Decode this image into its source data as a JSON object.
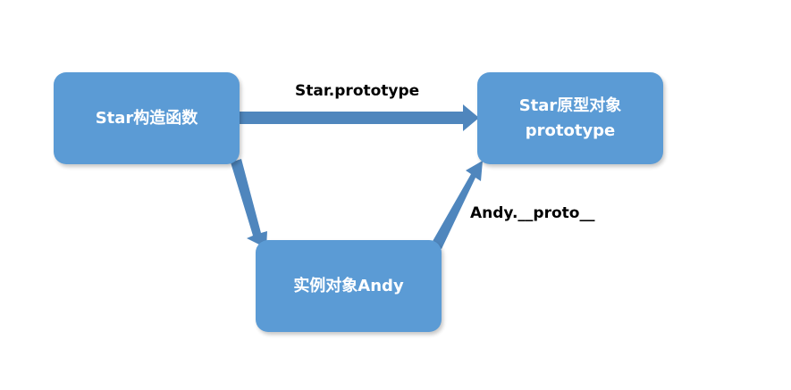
{
  "nodes": {
    "constructor": {
      "label": "Star构造函数"
    },
    "prototype": {
      "line1": "Star原型对象",
      "line2": "prototype"
    },
    "instance": {
      "label": "实例对象Andy"
    }
  },
  "edges": {
    "constructor_to_prototype": {
      "label": "Star.prototype"
    },
    "instance_to_prototype": {
      "label": "Andy.__proto__"
    }
  },
  "colors": {
    "node_fill": "#5b9bd5",
    "arrow_fill": "#4f86bd",
    "node_text": "#ffffff",
    "label_text": "#000000"
  }
}
